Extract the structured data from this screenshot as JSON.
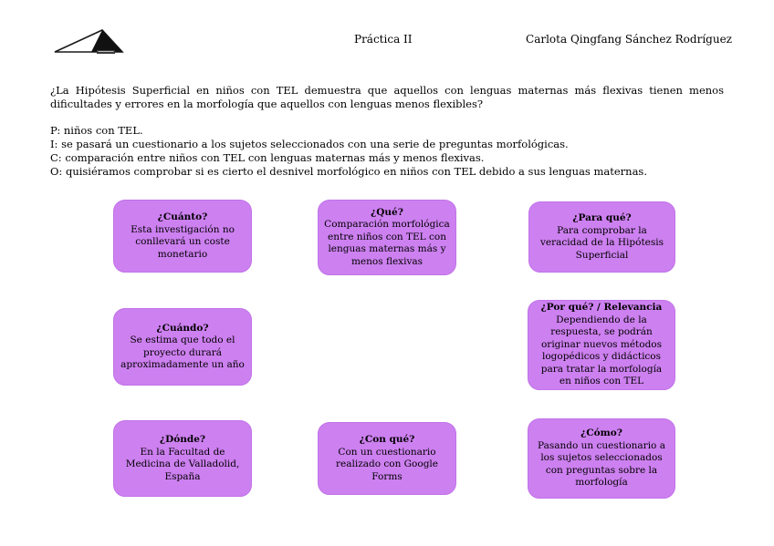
{
  "header": {
    "logo_name": "faculty-triangle-logo",
    "title": "Práctica II",
    "author": "Carlota Qingfang Sánchez Rodríguez"
  },
  "question": "¿La Hipótesis Superficial en niños con TEL demuestra que aquellos con lenguas maternas más flexivas tienen menos dificultades y errores en la morfología que aquellos con lenguas menos flexibles?",
  "pico": {
    "p": "P: niños con TEL.",
    "i": "I: se pasará un cuestionario a los sujetos seleccionados con una serie de preguntas morfológicas.",
    "c": "C: comparación entre niños con TEL con lenguas maternas más y menos flexivas.",
    "o": "O: quisiéramos comprobar si es cierto el desnivel morfológico en niños con TEL debido a sus lenguas maternas."
  },
  "boxes": [
    {
      "id": "cuanto",
      "title": "¿Cuánto?",
      "body": "Esta investigación no conllevará un coste monetario"
    },
    {
      "id": "que",
      "title": "¿Qué?",
      "body": "Comparación morfológica entre niños con TEL con lenguas maternas más y menos flexivas"
    },
    {
      "id": "paraque",
      "title": "¿Para qué?",
      "body": "Para comprobar la veracidad de la Hipótesis Superficial"
    },
    {
      "id": "cuando",
      "title": "¿Cuándo?",
      "body": "Se estima que todo el proyecto durará aproximadamente un año"
    },
    {
      "id": "porque",
      "title": "¿Por qué? / Relevancia",
      "body": "Dependiendo de la respuesta, se podrán originar nuevos métodos logopédicos y didácticos para tratar la morfología en niños con TEL"
    },
    {
      "id": "donde",
      "title": "¿Dónde?",
      "body": "En la Facultad de Medicina de Valladolid, España"
    },
    {
      "id": "conque",
      "title": "¿Con qué?",
      "body": "Con un cuestionario realizado con Google Forms"
    },
    {
      "id": "como",
      "title": "¿Cómo?",
      "body": "Pasando un cuestionario a los sujetos seleccionados con preguntas sobre la morfología"
    }
  ],
  "colors": {
    "box_fill": "#cd80f0",
    "box_border": "#c173e8",
    "text": "#000000",
    "background": "#ffffff"
  }
}
